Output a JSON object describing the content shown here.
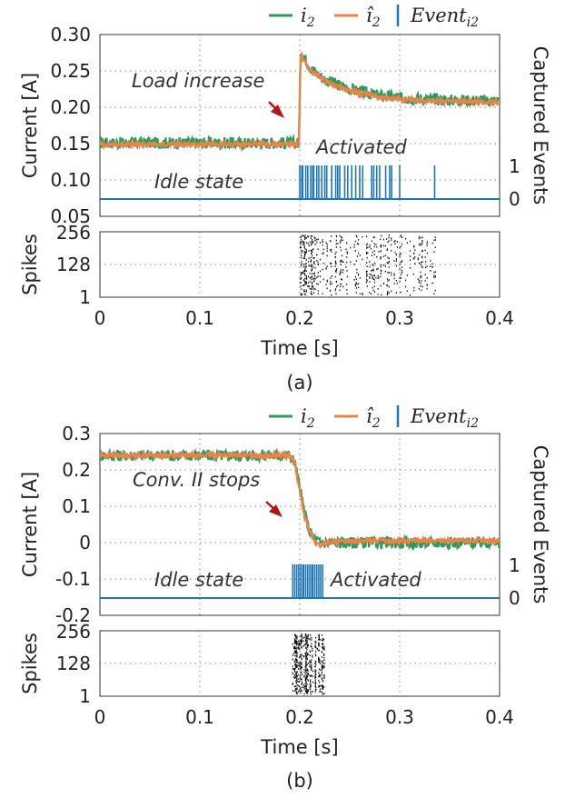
{
  "colors": {
    "i2": "#2e9a5c",
    "i2_hat": "#e8834a",
    "event": "#1f77b4",
    "spike": "#111111",
    "arrow": "#b01515",
    "grid": "#888888"
  },
  "legend": {
    "i2": "i",
    "i2_sub": "2",
    "i2_hat": "î",
    "i2_hat_sub": "2",
    "event": "Event",
    "event_sub": "i2"
  },
  "chart_data": [
    {
      "type": "line",
      "caption": "(a)",
      "xlabel": "Time [s]",
      "xlim": [
        0,
        0.4
      ],
      "xticks": [
        "0",
        "0.1",
        "0.2",
        "0.3",
        "0.4"
      ],
      "grid": true,
      "current": {
        "ylabel": "Current [A]",
        "ylim": [
          0.05,
          0.3
        ],
        "yticks": [
          "0.05",
          "0.10",
          "0.15",
          "0.20",
          "0.25",
          "0.30"
        ],
        "right_label": "Captured Events",
        "right_ticks": [
          "1",
          "0"
        ],
        "series": [
          {
            "name": "i2",
            "x": [
              0,
              0.05,
              0.1,
              0.15,
              0.199,
              0.2,
              0.201,
              0.21,
              0.225,
              0.25,
              0.275,
              0.3,
              0.35,
              0.4
            ],
            "y": [
              0.151,
              0.151,
              0.151,
              0.151,
              0.151,
              0.21,
              0.278,
              0.255,
              0.238,
              0.225,
              0.217,
              0.213,
              0.21,
              0.209
            ]
          },
          {
            "name": "i2_hat",
            "x": [
              0,
              0.05,
              0.1,
              0.15,
              0.199,
              0.2,
              0.201,
              0.21,
              0.225,
              0.25,
              0.275,
              0.3,
              0.35,
              0.4
            ],
            "y": [
              0.149,
              0.149,
              0.149,
              0.149,
              0.149,
              0.21,
              0.272,
              0.252,
              0.236,
              0.223,
              0.215,
              0.211,
              0.208,
              0.207
            ]
          }
        ],
        "events": {
          "name": "Event_i2",
          "baseline": 0,
          "times": [
            0.2,
            0.202,
            0.203,
            0.206,
            0.208,
            0.211,
            0.213,
            0.214,
            0.217,
            0.219,
            0.222,
            0.225,
            0.227,
            0.232,
            0.236,
            0.238,
            0.24,
            0.245,
            0.248,
            0.252,
            0.256,
            0.26,
            0.263,
            0.272,
            0.274,
            0.277,
            0.28,
            0.286,
            0.29,
            0.292,
            0.3,
            0.335
          ]
        },
        "annotations": {
          "load": "Load increase",
          "activated": "Activated",
          "idle": "Idle state"
        }
      },
      "spikes": {
        "ylabel": "Spikes",
        "ylim": [
          1,
          256
        ],
        "yticks": [
          "256",
          "128",
          "1"
        ],
        "active_range": [
          0.2,
          0.336
        ]
      }
    },
    {
      "type": "line",
      "caption": "(b)",
      "xlabel": "Time [s]",
      "xlim": [
        0,
        0.4
      ],
      "xticks": [
        "0",
        "0.1",
        "0.2",
        "0.3",
        "0.4"
      ],
      "grid": true,
      "current": {
        "ylabel": "Current [A]",
        "ylim": [
          -0.2,
          0.3
        ],
        "yticks": [
          "-0.2",
          "-0.1",
          "0",
          "0.1",
          "0.2",
          "0.3"
        ],
        "right_label": "Captured Events",
        "right_ticks": [
          "1",
          "0"
        ],
        "series": [
          {
            "name": "i2",
            "x": [
              0,
              0.05,
              0.1,
              0.15,
              0.19,
              0.195,
              0.2,
              0.205,
              0.21,
              0.215,
              0.22,
              0.225,
              0.25,
              0.3,
              0.35,
              0.4
            ],
            "y": [
              0.24,
              0.24,
              0.24,
              0.24,
              0.24,
              0.22,
              0.15,
              0.08,
              0.03,
              0.01,
              0.0,
              0.0,
              0.0,
              0.0,
              0.0,
              0.0
            ]
          },
          {
            "name": "i2_hat",
            "x": [
              0,
              0.05,
              0.1,
              0.15,
              0.19,
              0.195,
              0.2,
              0.205,
              0.21,
              0.215,
              0.22,
              0.225,
              0.25,
              0.3,
              0.35,
              0.4
            ],
            "y": [
              0.24,
              0.24,
              0.24,
              0.24,
              0.24,
              0.22,
              0.14,
              0.07,
              0.03,
              0.0,
              -0.01,
              0.0,
              0.005,
              0.005,
              0.005,
              0.005
            ]
          }
        ],
        "events": {
          "name": "Event_i2",
          "baseline": 0,
          "times": [
            0.193,
            0.195,
            0.197,
            0.199,
            0.201,
            0.203,
            0.204,
            0.206,
            0.208,
            0.21,
            0.212,
            0.213,
            0.215,
            0.217,
            0.219,
            0.221,
            0.223
          ]
        },
        "annotations": {
          "load": "Conv. II stops",
          "activated": "Activated",
          "idle": "Idle state"
        }
      },
      "spikes": {
        "ylabel": "Spikes",
        "ylim": [
          1,
          256
        ],
        "yticks": [
          "256",
          "128",
          "1"
        ],
        "active_range": [
          0.192,
          0.225
        ]
      }
    }
  ]
}
